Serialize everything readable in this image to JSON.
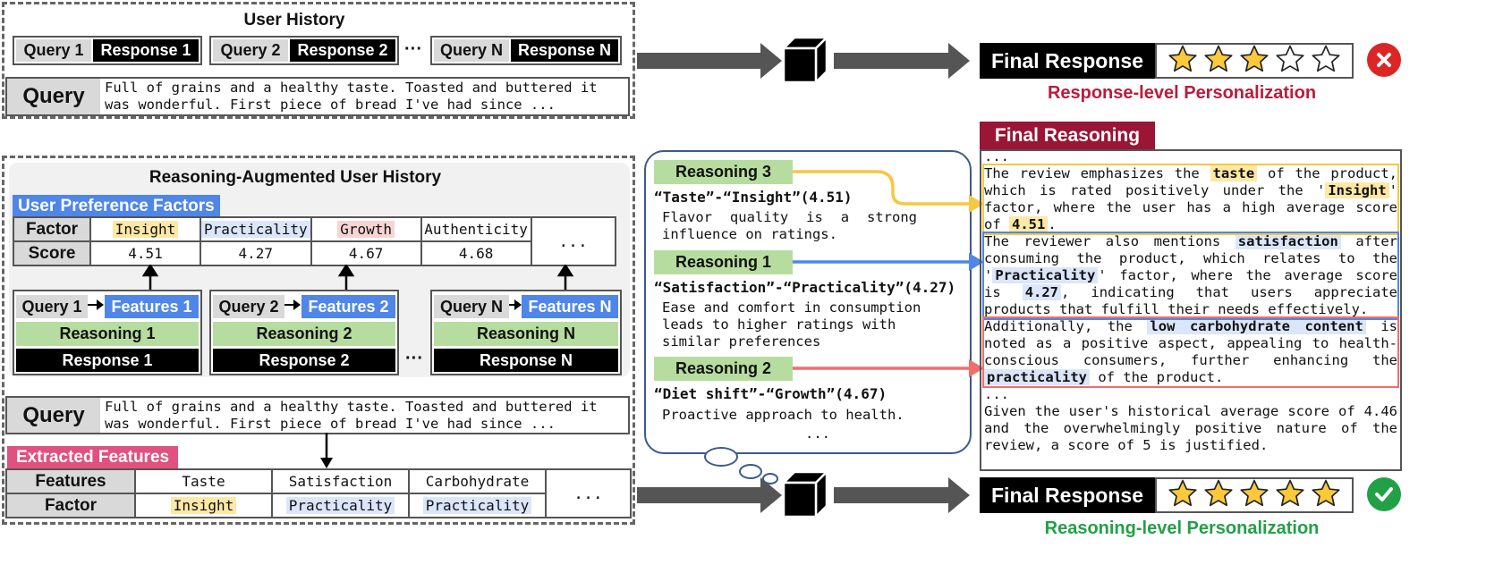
{
  "top": {
    "history_title": "User History",
    "pairs": [
      {
        "query": "Query 1",
        "response": "Response 1"
      },
      {
        "query": "Query 2",
        "response": "Response 2"
      },
      {
        "query": "Query N",
        "response": "Response N"
      }
    ],
    "ellipsis": "···",
    "query_label": "Query",
    "query_text": "Full of grains and a healthy taste. Toasted and buttered it was wonderful. First piece of bread I've had since ...",
    "final_response_label": "Final Response",
    "rating": 3,
    "rating_max": 5,
    "result_caption": "Response-level Personalization",
    "status_icon": "x-mark-icon",
    "status_color": "#dc2626"
  },
  "bottom": {
    "history_title": "Reasoning-Augmented User History",
    "upf_label": "User Preference Factors",
    "factor_row_label": "Factor",
    "score_row_label": "Score",
    "factors": [
      {
        "name": "Insight",
        "score": "4.51"
      },
      {
        "name": "Practicality",
        "score": "4.27"
      },
      {
        "name": "Growth",
        "score": "4.67"
      },
      {
        "name": "Authenticity",
        "score": "4.68"
      }
    ],
    "factor_more": "...",
    "histories": [
      {
        "query": "Query 1",
        "features": "Features 1",
        "reasoning": "Reasoning 1",
        "response": "Response 1"
      },
      {
        "query": "Query 2",
        "features": "Features 2",
        "reasoning": "Reasoning 2",
        "response": "Response 2"
      },
      {
        "query": "Query N",
        "features": "Features N",
        "reasoning": "Reasoning N",
        "response": "Response N"
      }
    ],
    "ellipsis": "···",
    "query_label": "Query",
    "query_text": "Full of grains and a healthy taste. Toasted and buttered it was wonderful. First piece of bread I've had since ...",
    "extracted_label": "Extracted Features",
    "features_row_label": "Features",
    "factor_row_label2": "Factor",
    "extracted": [
      {
        "feature": "Taste",
        "factor": "Insight"
      },
      {
        "feature": "Satisfaction",
        "factor": "Practicality"
      },
      {
        "feature": "Carbohydrate",
        "factor": "Practicality"
      }
    ],
    "extracted_more": "...",
    "final_response_label": "Final Response",
    "rating": 5,
    "rating_max": 5,
    "result_caption": "Reasoning-level Personalization",
    "status_icon": "check-mark-icon",
    "status_color": "#22a046"
  },
  "bubble": {
    "items": [
      {
        "tag": "Reasoning 3",
        "pair": "“Taste”-“Insight”(4.51)",
        "desc": "Flavor quality is a strong influence on ratings.",
        "color": "#f5c842"
      },
      {
        "tag": "Reasoning 1",
        "pair": "“Satisfaction”-“Practicality”(4.27)",
        "desc": "Ease and comfort in consumption leads to higher ratings with similar preferences",
        "color": "#4f86e8"
      },
      {
        "tag": "Reasoning 2",
        "pair": "“Diet shift”-“Growth”(4.67)",
        "desc": "Proactive approach to health.",
        "color": "#f26d6d"
      }
    ],
    "more": "..."
  },
  "final_reasoning": {
    "label": "Final Reasoning",
    "lead": "...",
    "p1": [
      "The review emphasizes the ",
      "taste",
      " of the product, which is rated positively under the '",
      "Insight",
      "' factor, where the user has a high average score of ",
      "4.51",
      "."
    ],
    "p2": [
      "The reviewer also mentions ",
      "satisfaction",
      " after consuming the product, which relates to the '",
      "Practicality",
      "' factor, where the average score is ",
      "4.27",
      ", indicating that users appreciate products that fulfill their needs effectively."
    ],
    "p3": [
      "Additionally, the ",
      "low carbohydrate content",
      " is noted as a positive aspect, appealing to health-conscious consumers, further enhancing the ",
      "practicality",
      " of the product."
    ],
    "mid": "...",
    "p4": "Given the user's historical average score of 4.46 and the overwhelmingly positive nature of the review, a score of 5 is justified."
  },
  "colors": {
    "yellow": "#f5c842",
    "blue": "#4f86e8",
    "red": "#f26d6d",
    "maroon": "#9b1535",
    "green_text": "#22a046",
    "red_text": "#b91c3c"
  }
}
